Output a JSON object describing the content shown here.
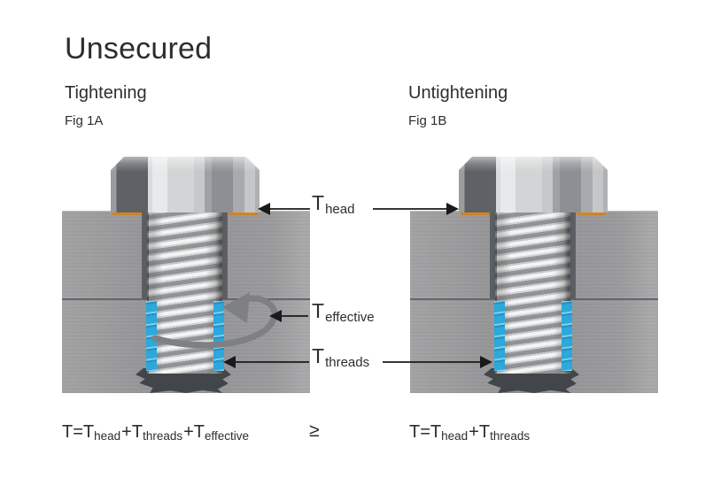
{
  "title": "Unsecured",
  "left_panel": {
    "subtitle": "Tightening",
    "fig_label": "Fig 1A"
  },
  "right_panel": {
    "subtitle": "Untightening",
    "fig_label": "Fig 1B"
  },
  "labels": {
    "head": {
      "t": "T",
      "s": "head"
    },
    "effective": {
      "t": "T",
      "s": "effective"
    },
    "threads": {
      "t": "T",
      "s": "threads"
    }
  },
  "formulas": {
    "left": {
      "p1": "T=T",
      "s1": "head",
      "p2": "+T",
      "s2": "threads",
      "p3": "+T",
      "s3": "effective"
    },
    "comparator": "≥",
    "right": {
      "p1": "T=T",
      "s1": "head",
      "p2": "+T",
      "s2": "threads"
    }
  },
  "colors": {
    "washer_orange": "#E6962F",
    "thread_blue": "#2BA8DC",
    "plate_gray": "#9B9B9D",
    "hole_gray": "#46494D",
    "tip_gray": "#42464A",
    "rotation_arrow_gray": "#7E8083",
    "text_color": "#2F2D2C",
    "arrow_black": "#1A1A1A"
  }
}
